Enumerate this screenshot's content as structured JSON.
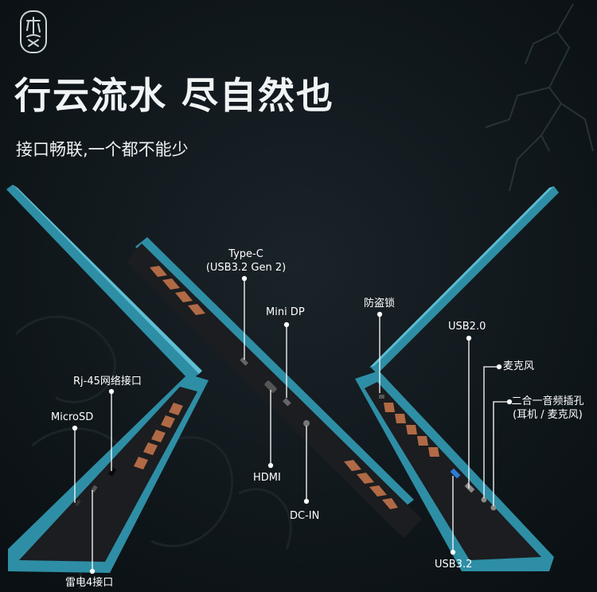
{
  "headline": "行云流水 尽自然也",
  "subline": "接口畅联,一个都不能少",
  "labels": {
    "type_c": "Type-C",
    "type_c_sub": "(USB3.2 Gen 2)",
    "mini_dp": "Mini DP",
    "hdmi": "HDMI",
    "dc_in": "DC-IN",
    "rj45": "Rj-45网络接口",
    "microsd": "MicroSD",
    "thunderbolt": "雷电4接口",
    "lock": "防盗锁",
    "usb20": "USB2.0",
    "mic": "麦克风",
    "combo": "二合一音频插孔",
    "combo_sub": "(耳机 / 麦克风)",
    "usb32": "USB3.2"
  },
  "colors": {
    "background": "#0d1418",
    "laptop_blue": "#2e8ea5",
    "chassis": "#1b1d20",
    "vent_copper": "#b06a45",
    "port_blue": "#2f7bd6"
  }
}
